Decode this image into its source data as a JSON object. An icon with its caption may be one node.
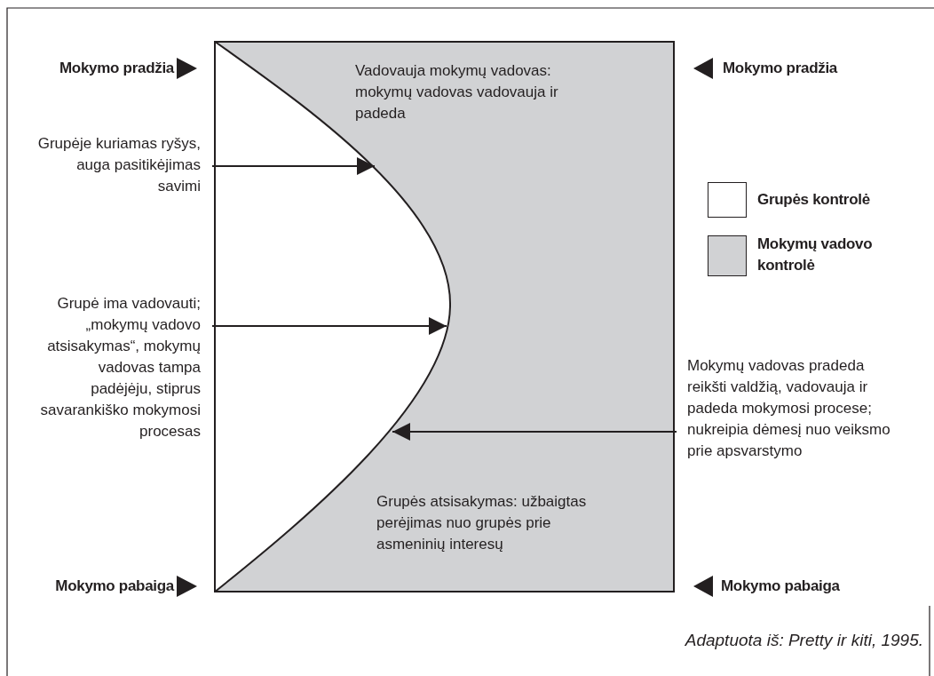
{
  "diagram": {
    "caption": "Adaptuota iš: Pretty ir kiti, 1995.",
    "nodes": [
      {
        "text": [
          "Vadovauja mokymų vadovas: mokymų vadovas vadovauja ir padeda",
          "Grupės atsisakymas: užbaigtas perėjimas nuo grupės prie asmeninių interesų"
        ]
      },
      {
        "text": [
          "Grupėje kuriamas ryšys, auga pasitikėjimas savimi"
        ]
      },
      {
        "text": [
          "Grupė ima vadovauti; „mokymų vadovo atsisakymas“, mokymų vadovas tampa padėjėju, stiprus savarankiško mokymosi procesas"
        ]
      },
      {
        "text": [
          "Mokymų vadovas pradeda reikšti valdžią, vadovauja ir padeda mokymosi procese; nukreipia dėmesį nuo veiksmo prie apsvarstymo"
        ]
      }
    ],
    "edges": [
      {
        "from": 1,
        "to": 0,
        "arrow": "to"
      },
      {
        "from": 2,
        "to": 0,
        "arrow": "to"
      },
      {
        "from": 3,
        "to": 0,
        "arrow": "to"
      }
    ],
    "labels": [
      "Mokymo pradžia",
      "Mokymo pradžia",
      "Mokymo pabaiga",
      "Mokymo pabaiga"
    ],
    "legend": [
      {
        "text": "Grupės kontrolė",
        "color": "#ffffff"
      },
      {
        "text": "Mokymų vadovo kontrolė",
        "color": "#d1d2d4"
      }
    ]
  }
}
